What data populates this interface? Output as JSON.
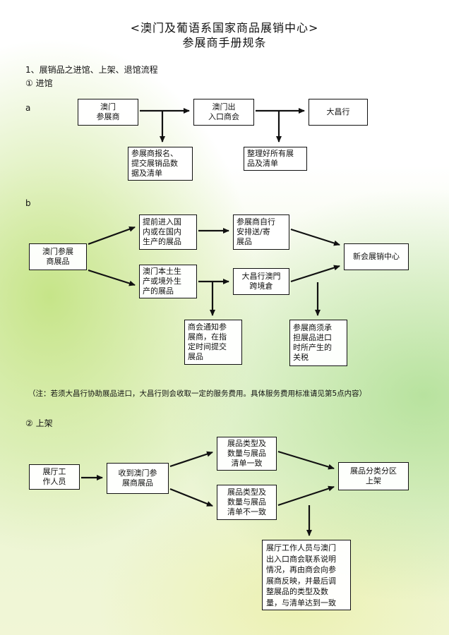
{
  "title": "<澳门及葡语系国家商品展销中心>",
  "subtitle": "参展商手册规条",
  "section1": "1、展销品之进馆、上架、退馆流程",
  "sub1": "① 进馆",
  "label_a": "a",
  "label_b": "b",
  "flow_a": {
    "box1": "澳门\n参展商",
    "box2": "澳门出\n入口商会",
    "box3": "大昌行",
    "box4": "参展商报名、\n提交展销品数\n据及清单",
    "box5": "整理好所有展\n品及清单"
  },
  "flow_b": {
    "start": "澳门参展\n商展品",
    "upper1": "提前进入国\n内或在国内\n生产的展品",
    "upper2": "参展商自行\n安排送/寄\n展品",
    "lower1": "澳门本土生\n产或境外生\n产的展品",
    "lower2": "大昌行澳門\n跨境倉",
    "dest": "新会展销中心",
    "note1": "商会通知参\n展商，在指\n定时间提交\n展品",
    "note2": "参展商须承\n担展品进口\n时所产生的\n关税"
  },
  "footnote": "（注：若须大昌行协助展品进口，大昌行则会收取一定的服务费用。具体服务费用标准请见第5点内容）",
  "sub2": "② 上架",
  "flow_c": {
    "start": "展厅工\n作人员",
    "receive": "收到澳门参\n展商展品",
    "match": "展品类型及\n数量与展品\n清单一致",
    "mismatch": "展品类型及\n数量与展品\n清单不一致",
    "shelf": "展品分类分区\n上架",
    "followup": "展厅工作人员与澳门\n出入口商会联系说明\n情况，再由商会向参\n展商反映，并最后调\n整展品的类型及数\n量，与清单达到一致"
  }
}
